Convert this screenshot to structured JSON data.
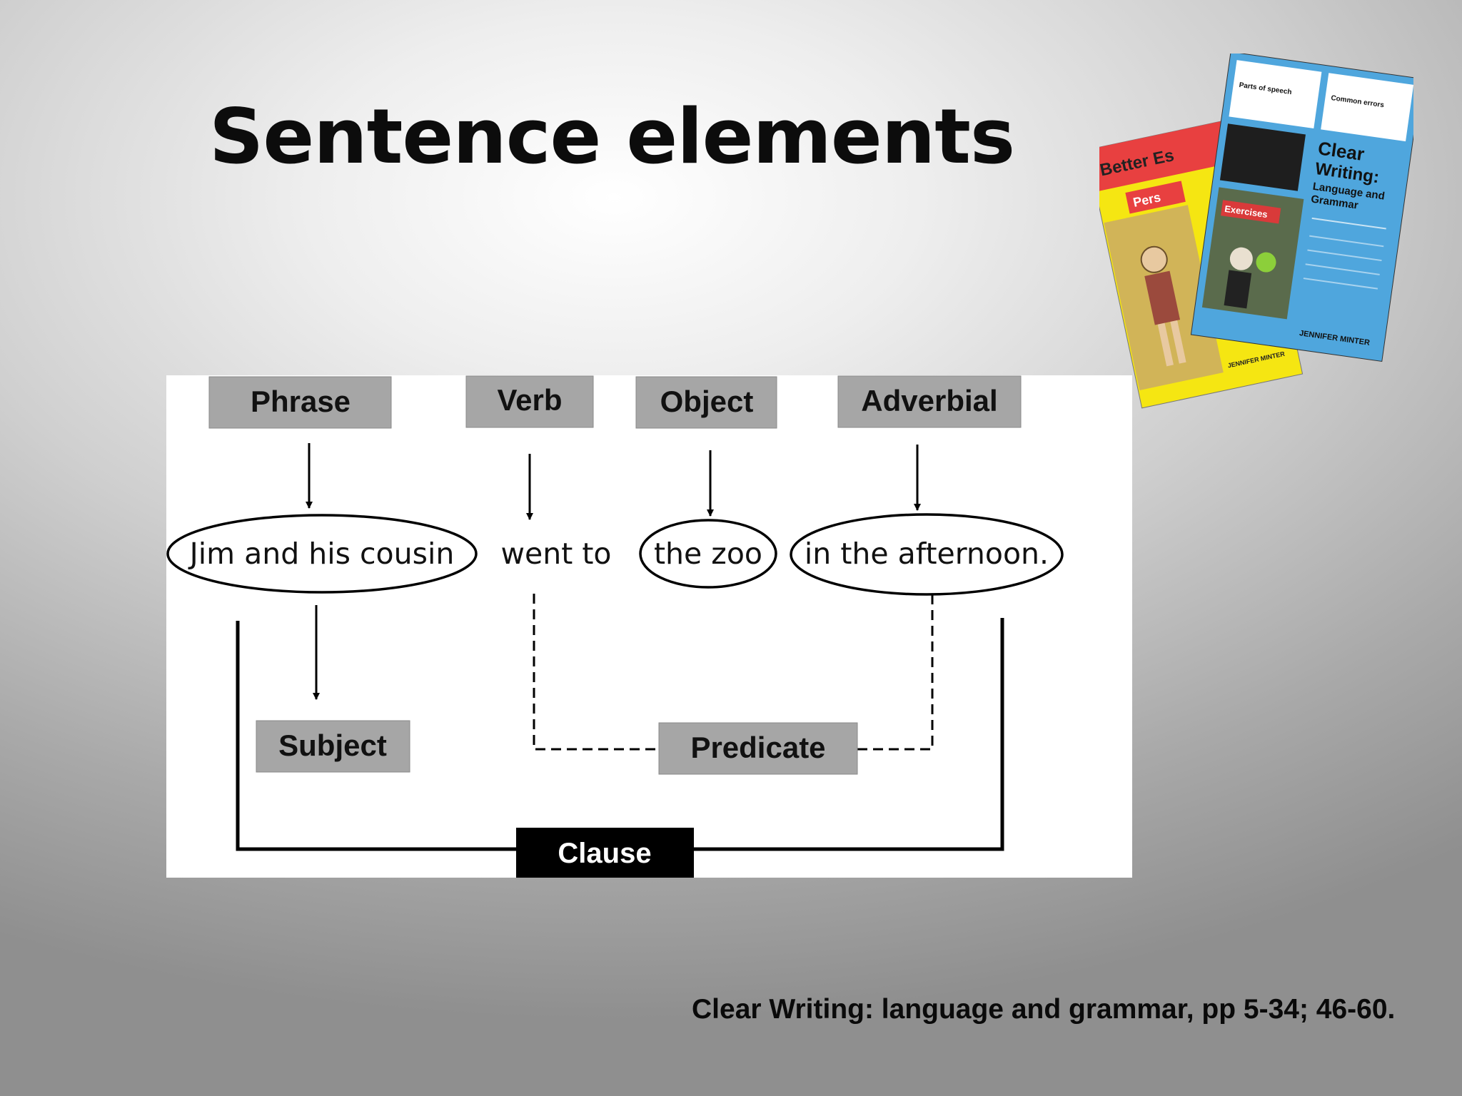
{
  "slide": {
    "title": "Sentence elements",
    "source": "Clear Writing: language and grammar, pp 5-34; 46-60."
  },
  "diagram": {
    "labels": {
      "phrase": "Phrase",
      "verb": "Verb",
      "object": "Object",
      "adverbial": "Adverbial",
      "subject": "Subject",
      "predicate": "Predicate",
      "clause": "Clause"
    },
    "sentence": {
      "subject_phrase": "Jim and his cousin",
      "verb_phrase": "went to",
      "object_phrase": "the zoo",
      "adverbial_phrase": "in the afternoon."
    },
    "colors": {
      "label_box": "#a6a6a6",
      "clause_box": "#000000",
      "line": "#000000"
    }
  },
  "books": {
    "front": {
      "title_line1": "Clear",
      "title_line2": "Writing:",
      "subtitle_line1": "Language and",
      "subtitle_line2": "Grammar",
      "tab_left": "Parts of speech",
      "tab_right": "Common errors",
      "exercises": "Exercises",
      "author": "JENNIFER MINTER",
      "color": "#4fa6dd"
    },
    "back": {
      "title": "Better Es",
      "tab": "Pers",
      "author": "JENNIFER MINTER",
      "color": "#f5e612"
    }
  }
}
